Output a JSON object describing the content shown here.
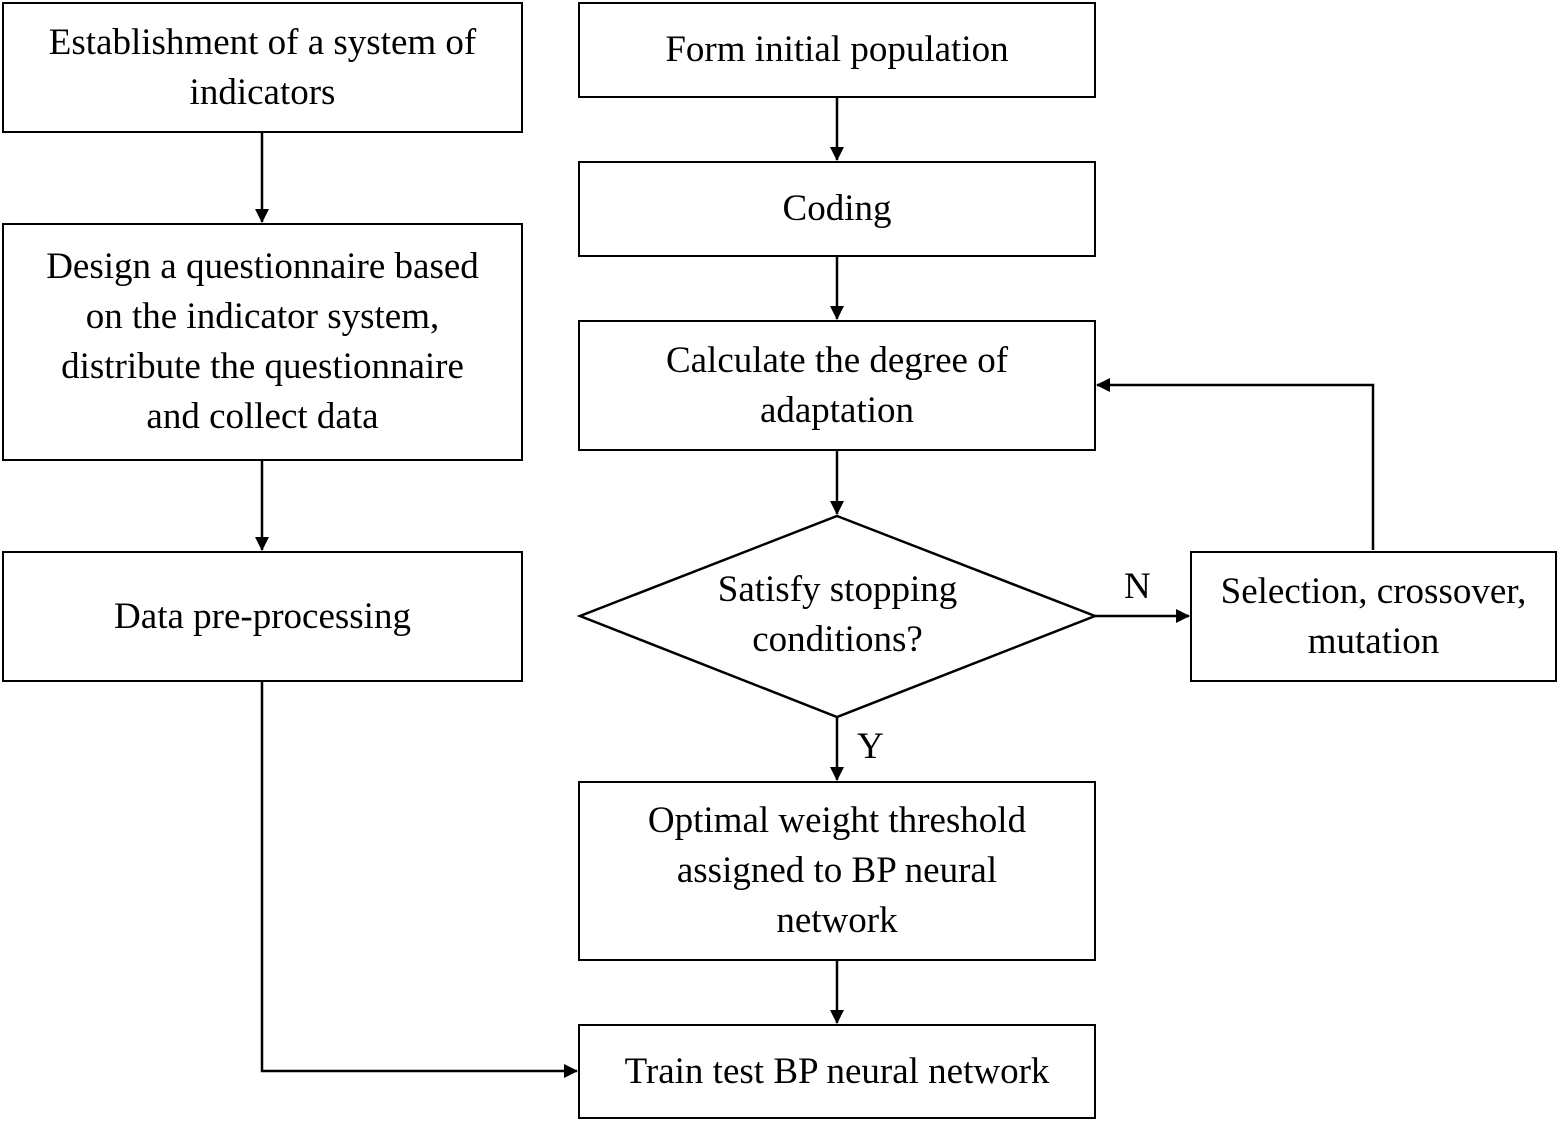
{
  "nodes": {
    "indicators": "Establishment of a system of\nindicators",
    "questionnaire": "Design a questionnaire based\non the indicator system,\ndistribute the questionnaire\nand collect data",
    "preprocessing": "Data pre-processing",
    "init_population": "Form initial population",
    "coding": "Coding",
    "fitness": "Calculate the degree of\nadaptation",
    "decision": "Satisfy stopping\nconditions?",
    "genetic_ops": "Selection, crossover,\nmutation",
    "optimal_weights": "Optimal weight threshold\nassigned to BP neural\nnetwork",
    "train_test": "Train test BP neural network"
  },
  "edges": {
    "no_label": "N",
    "yes_label": "Y"
  }
}
